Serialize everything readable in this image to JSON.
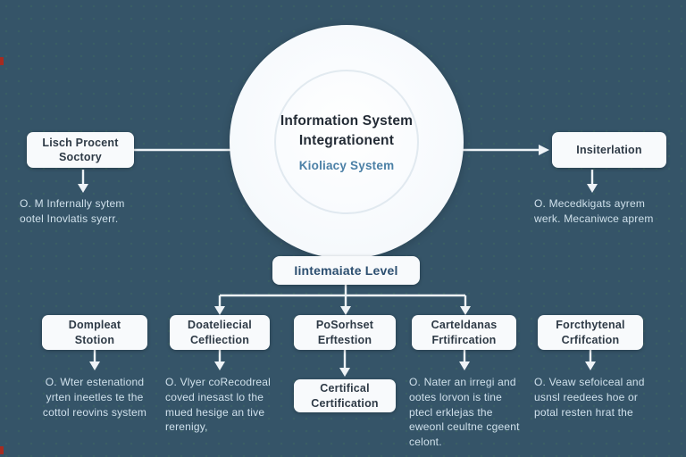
{
  "theme": {
    "background": "#355468",
    "box_background": "#f8fafc",
    "box_text": "#2e3a46",
    "level_text": "#2c4f70",
    "caption_text": "#cfe0eb",
    "subtitle_blue": "#4b80a6",
    "connector": "#eef3f7",
    "artifact_red": "#a62b20"
  },
  "circle": {
    "title": "Information System\nIntegrationent",
    "subtitle": "Kioliacy System"
  },
  "left_branch": {
    "box_label": "Lisch Procent\nSoctory",
    "caption": "O. M Infernally sytem\nootel Inovlatis syerr."
  },
  "right_branch": {
    "box_label": "Insiterlation",
    "caption": "O. Mecedkigats ayrem\nwerk. Mecaniwce aprem"
  },
  "intermediate": {
    "label": "Iintemaiate Level"
  },
  "bottom_nodes": [
    {
      "label": "Dompleat\nStotion",
      "caption": "O. Wter estenationd\nyrten ineetles te the\ncottol reovins system"
    },
    {
      "label": "Doateliecial\nCefliection",
      "caption": "O. Vlyer coRecodreal\ncoved inesast lo the\nmued hesige an tive\nrerenigy,"
    },
    {
      "label": "PoSorhset\nErftestion",
      "sub_box_label": "Certifical\nCertification"
    },
    {
      "label": "Carteldanas\nFrtifircation",
      "caption": "O. Nater an irregi and\nootes lorvon is tine\nptecl erklejas the\neweonl ceultne cgeent\ncelont."
    },
    {
      "label": "Forcthytenal\nCrfifcation",
      "caption": "O. Veaw sefoiceal and\nusnsl reedees hoe or\npotal resten hrat the"
    }
  ]
}
